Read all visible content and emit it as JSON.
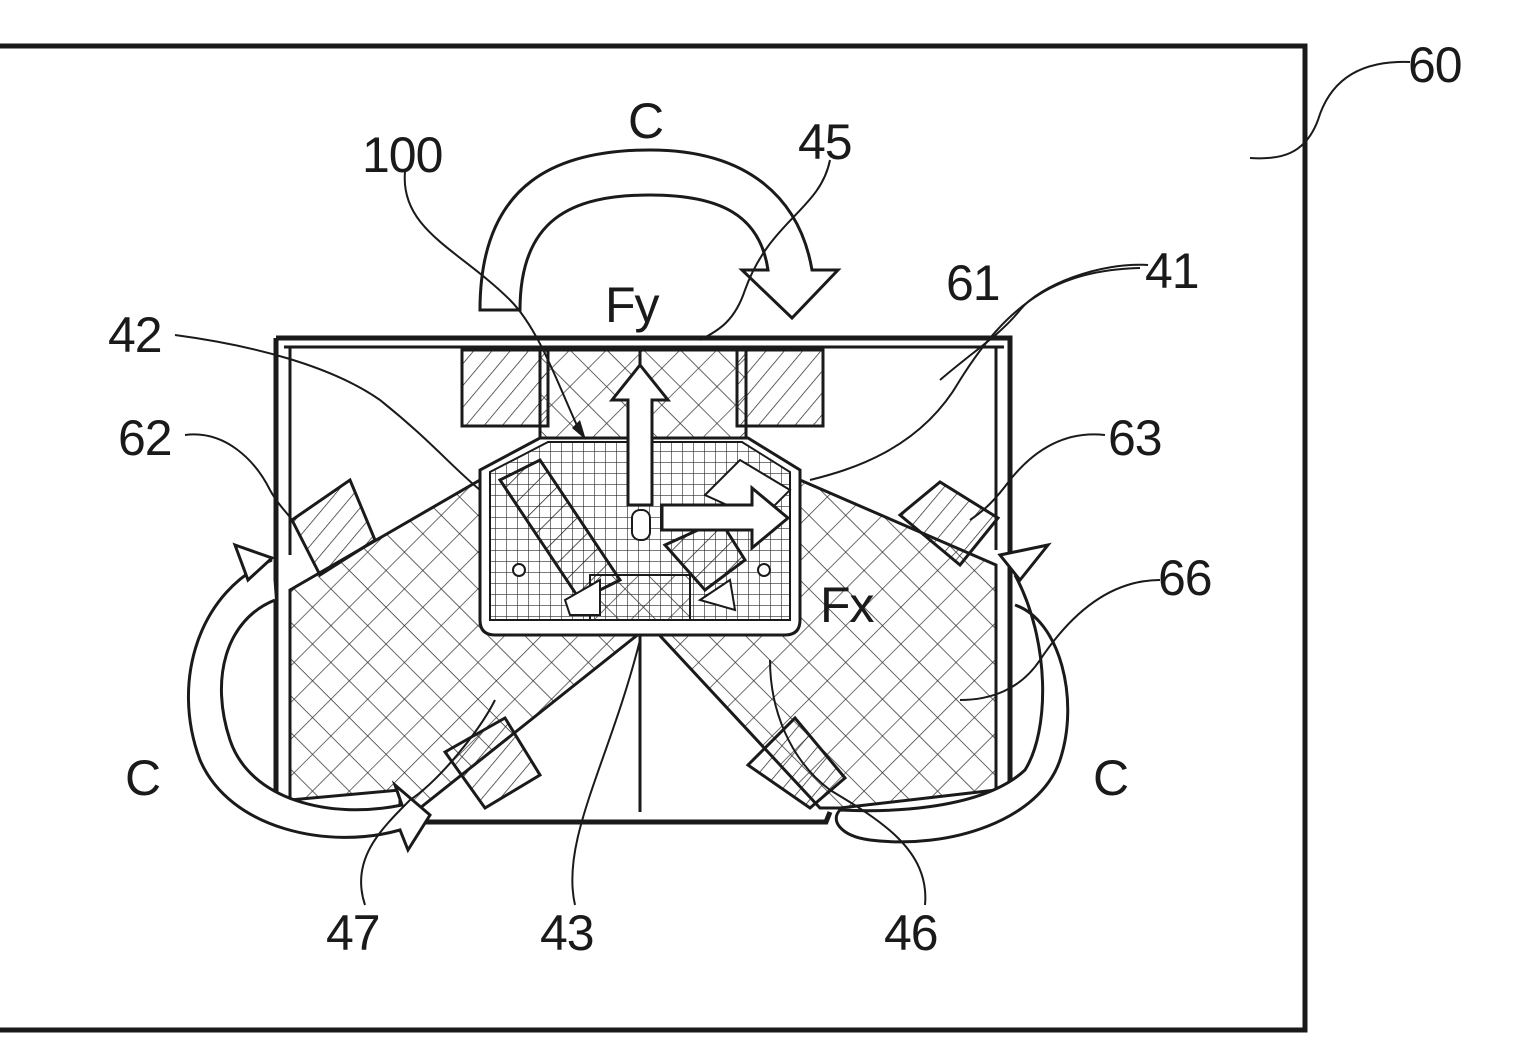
{
  "figure": {
    "labels": {
      "outer_frame": "60",
      "inner_frame": "61",
      "magnet_left": "62",
      "magnet_right": "63",
      "mover_region": "66",
      "ref_41": "41",
      "ref_42": "42",
      "ref_43": "43",
      "ref_45": "45",
      "ref_46": "46",
      "ref_47": "47",
      "ref_100": "100",
      "force_y": "Fy",
      "force_x": "Fx",
      "rotation_top": "C",
      "rotation_left": "C",
      "rotation_right": "C"
    },
    "colors": {
      "line": "#1a1a1a",
      "fill": "#ffffff"
    }
  }
}
